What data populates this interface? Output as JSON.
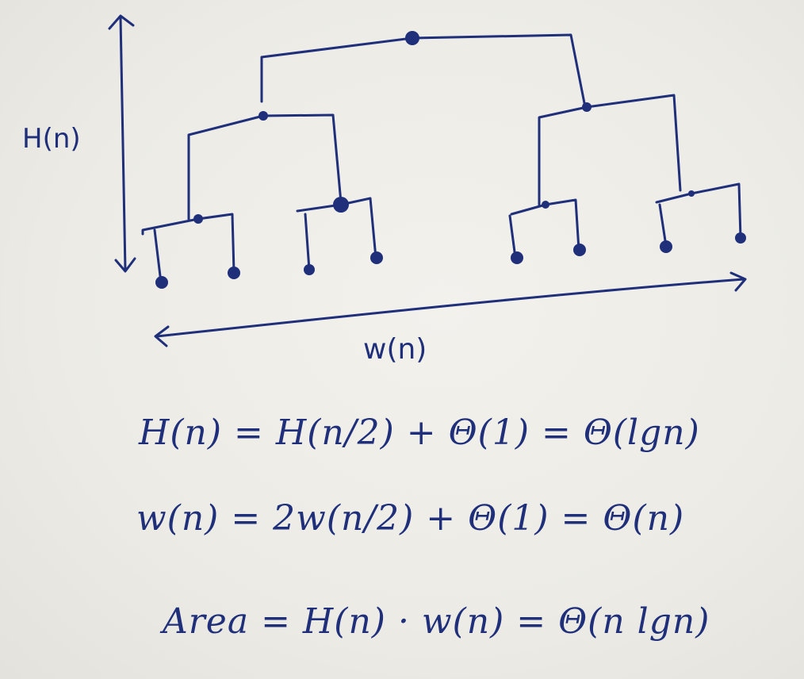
{
  "labels": {
    "height": "H(n)",
    "width": "w(n)"
  },
  "equations": {
    "height": "H(n) = H(n/2) + Θ(1) = Θ(lgn)",
    "width": "w(n) = 2w(n/2) + Θ(1) = Θ(n)",
    "area": "Area = H(n) · w(n) = Θ(n lgn)"
  },
  "colors": {
    "ink": "#1f2f7a",
    "paper": "#efede8"
  }
}
